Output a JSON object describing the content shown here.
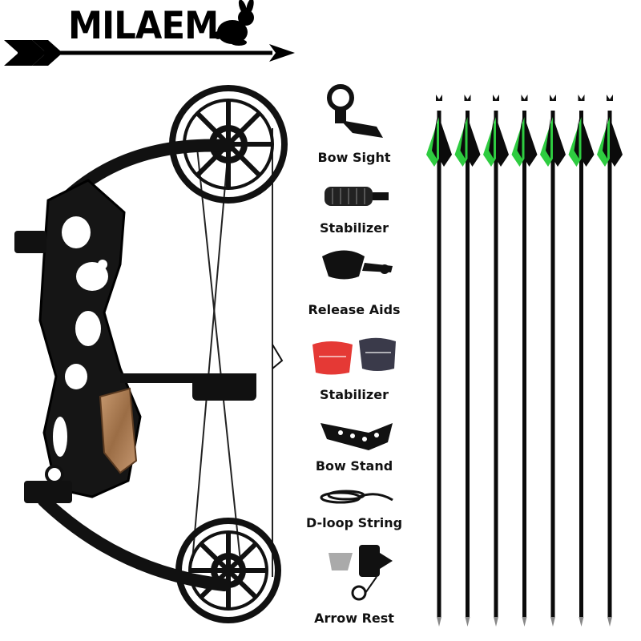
{
  "brand": {
    "name": "MILAEM",
    "logo_icon": "rabbit-icon"
  },
  "accessories": [
    {
      "label": "Bow Sight",
      "icon": "bow-sight-icon"
    },
    {
      "label": "Stabilizer",
      "icon": "stabilizer-icon"
    },
    {
      "label": "Release Aids",
      "icon": "release-aid-icon"
    },
    {
      "label": "Stabilizer",
      "icon": "limb-dampener-icon"
    },
    {
      "label": "Bow Stand",
      "icon": "bow-stand-icon"
    },
    {
      "label": "D-loop String",
      "icon": "d-loop-string-icon"
    },
    {
      "label": "Arrow Rest",
      "icon": "arrow-rest-icon"
    }
  ],
  "arrows": {
    "count": 7,
    "fletching_color": "#2ecc40",
    "shaft_color": "#0a0a0a"
  },
  "colors": {
    "background": "#ffffff",
    "bow": "#111111",
    "grip_wood": "#a87a52"
  }
}
